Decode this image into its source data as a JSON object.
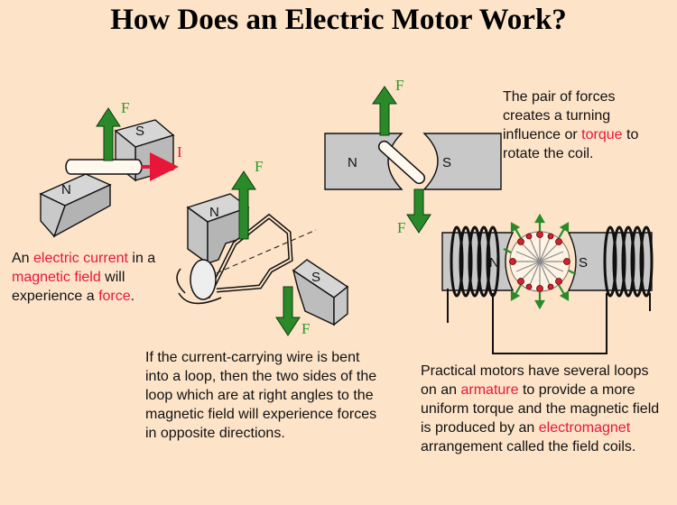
{
  "title": "How Does an Electric Motor Work?",
  "captions": {
    "c1": [
      {
        "text": "An ",
        "red": false
      },
      {
        "text": "electric current",
        "red": true
      },
      {
        "text": " in a ",
        "red": false
      },
      {
        "text": "magnetic field",
        "red": true
      },
      {
        "text": " will experience a ",
        "red": false
      },
      {
        "text": "force",
        "red": true
      },
      {
        "text": ".",
        "red": false
      }
    ],
    "c2": "If the current-carrying wire is bent into a loop, then the two sides of the loop which are at right angles to the magnetic field will experience forces in opposite directions.",
    "c3": [
      {
        "text": "The pair of forces creates a turning influence or ",
        "red": false
      },
      {
        "text": "torque",
        "red": true
      },
      {
        "text": " to rotate the coil.",
        "red": false
      }
    ],
    "c4": [
      {
        "text": "Practical motors have several loops on an ",
        "red": false
      },
      {
        "text": "armature",
        "red": true
      },
      {
        "text": " to provide a more uniform torque and the magnetic field is produced by an ",
        "red": false
      },
      {
        "text": "electromagnet",
        "red": true
      },
      {
        "text": " arrangement called the field coils.",
        "red": false
      }
    ]
  },
  "labels": {
    "north": "N",
    "south": "S",
    "force": "F",
    "current": "I"
  },
  "colors": {
    "background": "#fde3c8",
    "highlight": "#e8173a",
    "arrow": "#2a8a2a",
    "magnet": "#c8c8c8"
  }
}
